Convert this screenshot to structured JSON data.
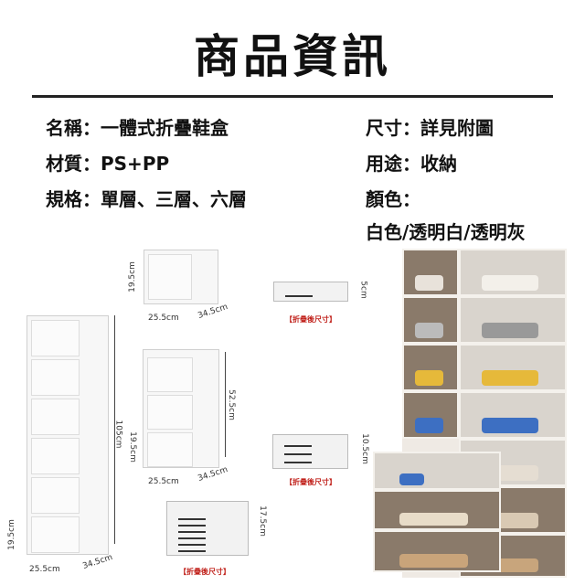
{
  "title": "商品資訊",
  "specs_left": [
    "名稱：一體式折疊鞋盒",
    "材質：PS+PP",
    "規格：單層、三層、六層"
  ],
  "specs_right": [
    "尺寸：詳見附圖",
    "用途：收納",
    "顏色：",
    "白色/透明白/透明灰"
  ],
  "dimensions": {
    "single": {
      "height": "19.5cm",
      "width": "25.5cm",
      "depth": "34.5cm",
      "folded": "5cm"
    },
    "triple": {
      "total": "52.5cm",
      "height": "19.5cm",
      "width": "25.5cm",
      "depth": "34.5cm",
      "folded": "10.5cm"
    },
    "six": {
      "total": "105cm",
      "height": "19.5cm",
      "width": "25.5cm",
      "depth": "34.5cm",
      "folded": "17.5cm"
    },
    "folded_label": "【折疊後尺寸】"
  },
  "colors": {
    "rule": "#222222",
    "note": "#c0201a"
  }
}
